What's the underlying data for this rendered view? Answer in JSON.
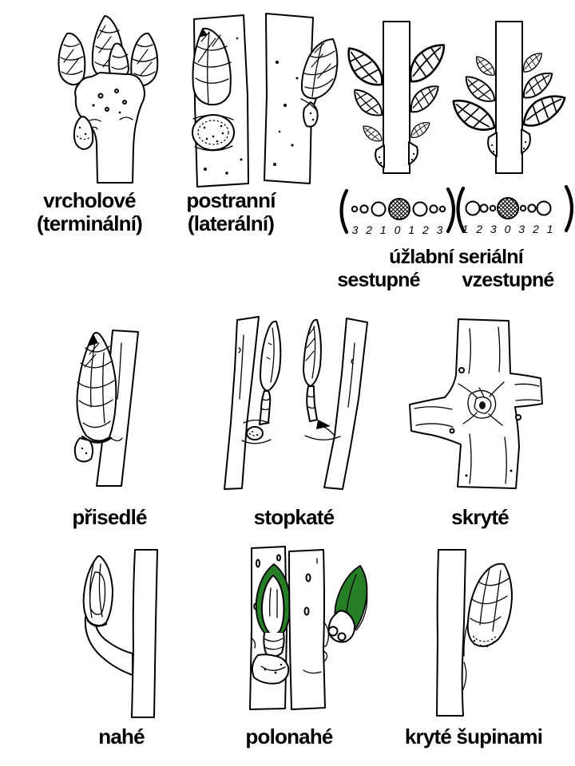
{
  "colors": {
    "background": "#ffffff",
    "ink": "#000000",
    "leaf_green": "#267f26"
  },
  "row1": {
    "terminal_label_line1": "vrcholové",
    "terminal_label_line2": "(terminální)",
    "lateral_label_line1": "postranní",
    "lateral_label_line2": "(laterální)",
    "serial_heading": "úžlabní seriální",
    "serial_descending_label": "sestupné",
    "serial_ascending_label": "vzestupné",
    "serial_descending_numbers": "3 2 1 0 1 2 3",
    "serial_ascending_numbers": "1 2 3 0 3 2 1"
  },
  "row2": {
    "sessile_label": "přisedlé",
    "stalked_label": "stopkaté",
    "hidden_label": "skryté"
  },
  "row3": {
    "naked_label": "nahé",
    "half_naked_label": "polonahé",
    "scale_covered_label": "kryté šupinami"
  }
}
